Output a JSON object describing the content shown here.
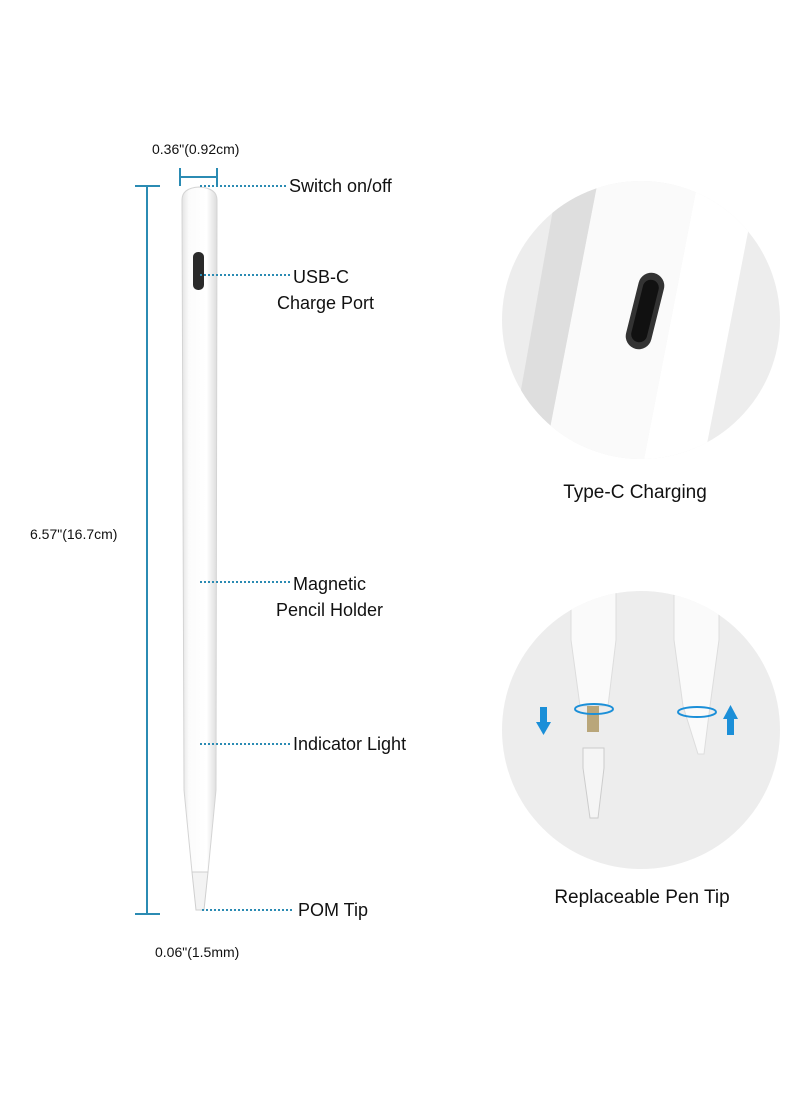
{
  "colors": {
    "dimension_line": "#2b8bb3",
    "arrow": "#1b8fd8",
    "circle_bg": "#ededed",
    "pen_body": "#f7f7f7"
  },
  "dimensions": {
    "diameter": "0.36\"(0.92cm)",
    "length": "6.57\"(16.7cm)",
    "tip": "0.06\"(1.5mm)"
  },
  "callouts": {
    "switch": "Switch on/off",
    "usb_line1": "USB-C",
    "usb_line2": "Charge Port",
    "magnetic_line1": "Magnetic",
    "magnetic_line2": "Pencil Holder",
    "indicator": "Indicator Light",
    "tip": "POM Tip"
  },
  "panels": {
    "charging_caption": "Type-C Charging",
    "tip_caption": "Replaceable Pen Tip"
  }
}
